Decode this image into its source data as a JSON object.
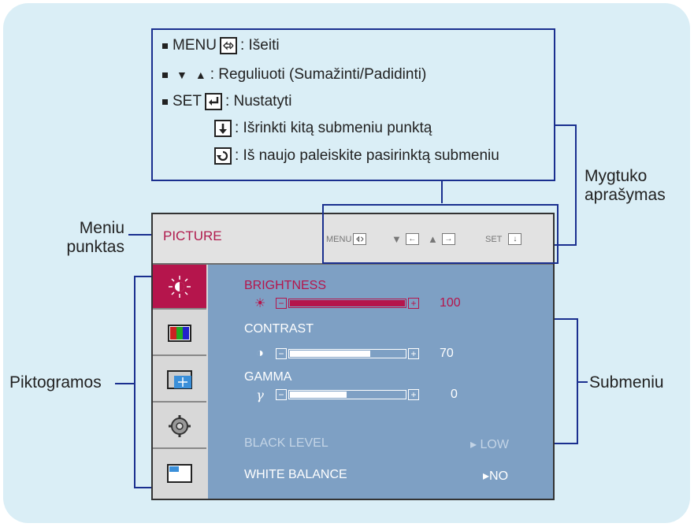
{
  "legend": {
    "line1_prefix": "MENU",
    "line1_icon": "exit-arrows-icon",
    "line1_text": ": Išeiti",
    "line2_text": ": Reguliuoti (Sumažinti/Padidinti)",
    "line3_prefix": "SET",
    "line3_icon": "enter-icon",
    "line3_text": ": Nustatyti",
    "line4_icon": "down-arrow-icon",
    "line4_text": ": Išrinkti kitą submeniu punktą",
    "line5_icon": "restart-arrow-icon",
    "line5_text": ": Iš naujo paleiskite pasirinktą submeniu"
  },
  "labels": {
    "button_desc_line1": "Mygtuko",
    "button_desc_line2": "aprašymas",
    "menu_item_line1": "Meniu",
    "menu_item_line2": "punktas",
    "icons": "Piktogramos",
    "submenu": "Submeniu"
  },
  "osd": {
    "title": "PICTURE",
    "hints": {
      "menu": "MENU",
      "set": "SET"
    },
    "side_icons": [
      "brightness-icon",
      "color-bars-icon",
      "screen-position-icon",
      "gear-icon",
      "window-icon"
    ],
    "items": [
      {
        "label": "BRIGHTNESS",
        "symbol": "☀",
        "value": "100",
        "fill": 1.0
      },
      {
        "label": "CONTRAST",
        "symbol": "◑",
        "value": "70",
        "fill": 0.7
      },
      {
        "label": "GAMMA",
        "symbol": "γ",
        "value": "0",
        "fill": 0.5
      }
    ],
    "settings": [
      {
        "label": "BLACK LEVEL",
        "value": "▸ LOW"
      },
      {
        "label": "WHITE BALANCE",
        "value": "▸NO"
      }
    ]
  },
  "colors": {
    "accent": "#b5154c",
    "line": "#1a2f8f",
    "osd_bg": "#7ea0c4",
    "panel_bg": "#daeef6"
  }
}
